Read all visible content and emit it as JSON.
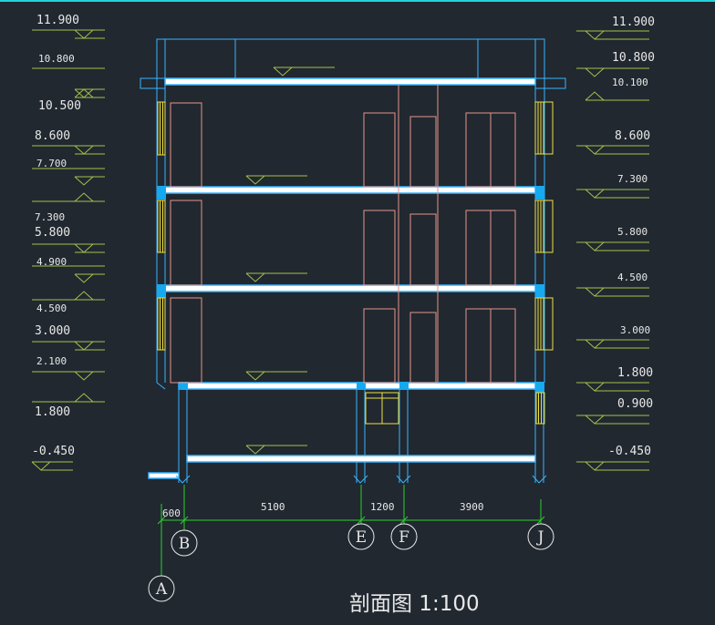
{
  "drawing": {
    "title": "剖面图 1:100",
    "colors": {
      "background": "#212830",
      "structure": "#39b4ff",
      "window": "#f0e040",
      "door": "#e8958a",
      "level_line": "#a3c24a",
      "dimension": "#2ad12a",
      "text": "#e8e8e8"
    }
  },
  "levels_left": [
    "11.900",
    "10.800",
    "10.500",
    "8.600",
    "7.700",
    "7.300",
    "5.800",
    "4.900",
    "4.500",
    "3.000",
    "2.100",
    "1.800",
    "-0.450"
  ],
  "levels_right": [
    "11.900",
    "10.800",
    "10.100",
    "8.600",
    "7.300",
    "5.800",
    "4.500",
    "3.000",
    "1.800",
    "0.900",
    "-0.450"
  ],
  "dimensions": [
    "600",
    "5100",
    "1200",
    "3900"
  ],
  "axes": [
    "A",
    "B",
    "E",
    "F",
    "J"
  ]
}
